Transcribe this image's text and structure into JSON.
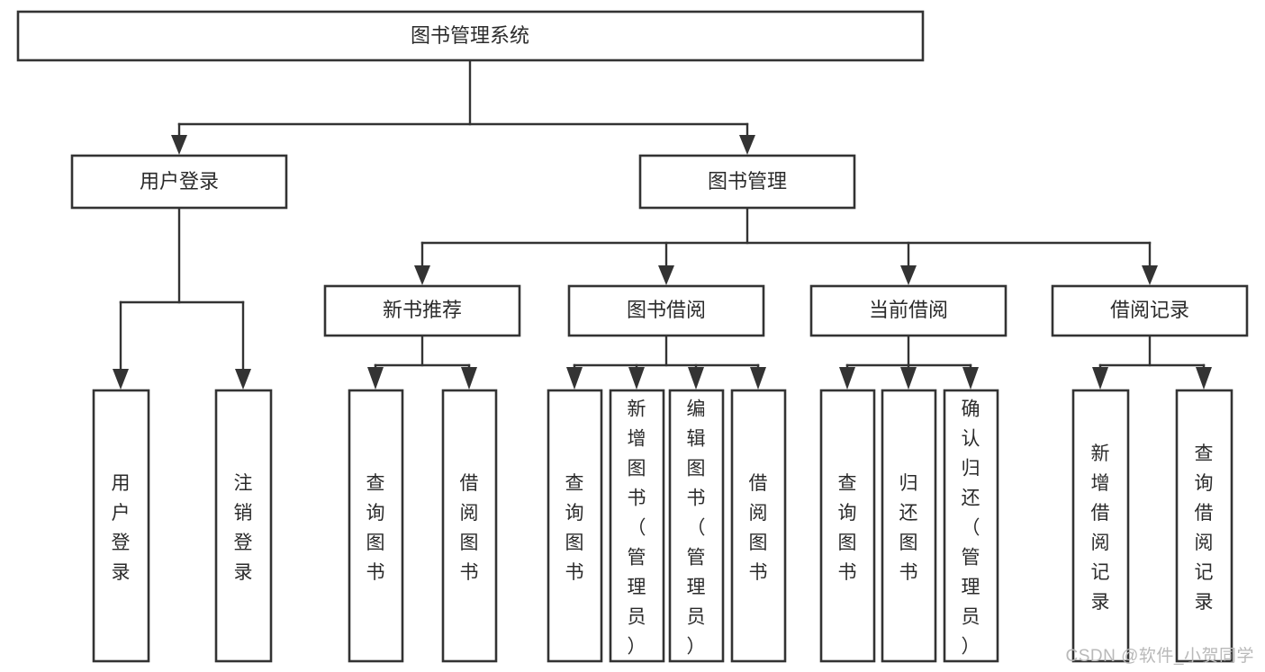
{
  "diagram": {
    "title": "图书管理系统",
    "type": "hierarchy-tree",
    "orientation": "top-down",
    "colors": {
      "box_stroke": "#333333",
      "box_fill": "#ffffff",
      "connector": "#333333",
      "text": "#2b2b2b",
      "watermark": "#b9b9b9",
      "background": "#ffffff"
    },
    "levels": [
      {
        "level": 1,
        "nodes": [
          {
            "id": "root",
            "label": "图书管理系统",
            "orientation": "horizontal"
          }
        ]
      },
      {
        "level": 2,
        "nodes": [
          {
            "id": "user-login",
            "label": "用户登录",
            "orientation": "horizontal",
            "parent": "root"
          },
          {
            "id": "book-manage",
            "label": "图书管理",
            "orientation": "horizontal",
            "parent": "root"
          }
        ]
      },
      {
        "level": 3,
        "nodes": [
          {
            "id": "new-book-rec",
            "label": "新书推荐",
            "orientation": "horizontal",
            "parent": "book-manage"
          },
          {
            "id": "book-borrow",
            "label": "图书借阅",
            "orientation": "horizontal",
            "parent": "book-manage"
          },
          {
            "id": "current-borrow",
            "label": "当前借阅",
            "orientation": "horizontal",
            "parent": "book-manage"
          },
          {
            "id": "borrow-record",
            "label": "借阅记录",
            "orientation": "horizontal",
            "parent": "book-manage"
          }
        ]
      },
      {
        "level": 4,
        "nodes": [
          {
            "id": "leaf-user-login",
            "label": "用户登录",
            "orientation": "vertical",
            "parent": "user-login"
          },
          {
            "id": "leaf-user-logout",
            "label": "注销登录",
            "orientation": "vertical",
            "parent": "user-login"
          },
          {
            "id": "leaf-query-book-1",
            "label": "查询图书",
            "orientation": "vertical",
            "parent": "new-book-rec"
          },
          {
            "id": "leaf-borrow-book-1",
            "label": "借阅图书",
            "orientation": "vertical",
            "parent": "new-book-rec"
          },
          {
            "id": "leaf-query-book-2",
            "label": "查询图书",
            "orientation": "vertical",
            "parent": "book-borrow"
          },
          {
            "id": "leaf-add-book",
            "label": "新增图书（管理员）",
            "orientation": "vertical",
            "parent": "book-borrow"
          },
          {
            "id": "leaf-edit-book",
            "label": "编辑图书（管理员）",
            "orientation": "vertical",
            "parent": "book-borrow"
          },
          {
            "id": "leaf-borrow-book-2",
            "label": "借阅图书",
            "orientation": "vertical",
            "parent": "book-borrow"
          },
          {
            "id": "leaf-query-book-3",
            "label": "查询图书",
            "orientation": "vertical",
            "parent": "current-borrow"
          },
          {
            "id": "leaf-return-book",
            "label": "归还图书",
            "orientation": "vertical",
            "parent": "current-borrow"
          },
          {
            "id": "leaf-confirm-return",
            "label": "确认归还（管理员）",
            "orientation": "vertical",
            "parent": "current-borrow"
          },
          {
            "id": "leaf-add-record",
            "label": "新增借阅记录",
            "orientation": "vertical",
            "parent": "borrow-record"
          },
          {
            "id": "leaf-query-record",
            "label": "查询借阅记录",
            "orientation": "vertical",
            "parent": "borrow-record"
          }
        ]
      }
    ]
  },
  "watermark": {
    "text": "CSDN @软件_小贺同学"
  }
}
